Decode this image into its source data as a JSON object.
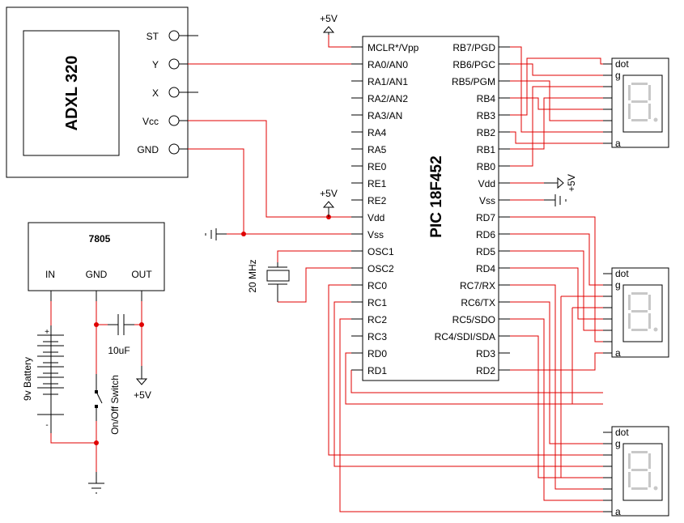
{
  "accelerometer": {
    "name": "ADXL 320",
    "pins": [
      "ST",
      "Y",
      "X",
      "Vcc",
      "GND"
    ]
  },
  "regulator": {
    "name": "7805",
    "pins": [
      "IN",
      "GND",
      "OUT"
    ]
  },
  "mcu": {
    "name": "PIC 18F452",
    "left_pins": [
      "MCLR*/Vpp",
      "RA0/AN0",
      "RA1/AN1",
      "RA2/AN2",
      "RA3/AN",
      "RA4",
      "RA5",
      "RE0",
      "RE1",
      "RE2",
      "Vdd",
      "Vss",
      "OSC1",
      "OSC2",
      "RC0",
      "RC1",
      "RC2",
      "RC3",
      "RD0",
      "RD1"
    ],
    "right_pins": [
      "RB7/PGD",
      "RB6/PGC",
      "RB5/PGM",
      "RB4",
      "RB3",
      "RB2",
      "RB1",
      "RB0",
      "Vdd",
      "Vss",
      "RD7",
      "RD6",
      "RD5",
      "RD4",
      "RC7/RX",
      "RC6/TX",
      "RC5/SDO",
      "RC4/SDI/SDA",
      "RD3",
      "RD2"
    ]
  },
  "displays": [
    {
      "top_label": "dot",
      "g_label": "g",
      "bottom_label": "a"
    },
    {
      "top_label": "dot",
      "g_label": "g",
      "bottom_label": "a"
    },
    {
      "top_label": "dot",
      "g_label": "g",
      "bottom_label": "a"
    }
  ],
  "labels": {
    "supply_mclr": "+5V",
    "supply_vdd": "+5V",
    "supply_right": "+5V",
    "supply_reg": "+5V",
    "crystal": "20 MHz",
    "capacitor": "10uF",
    "battery": "9v  Battery",
    "battery_plus": "+",
    "battery_minus": "-",
    "switch": "On/Off Switch"
  },
  "colors": {
    "wire": "#e00000",
    "component": "#000000",
    "segment": "#c8c8c8"
  }
}
